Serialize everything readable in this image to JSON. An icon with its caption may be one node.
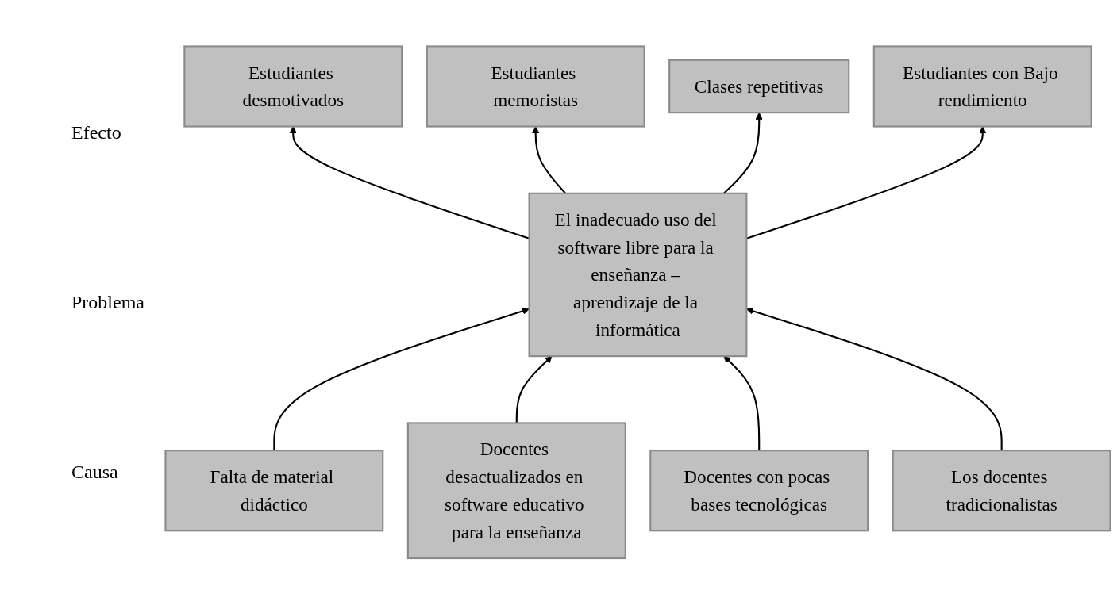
{
  "diagram": {
    "nodes": [
      {
        "text": [
          "Estudiantes desmotivados"
        ]
      },
      {
        "text": [
          "Estudiantes memoristas"
        ]
      },
      {
        "text": [
          "Clases repetitivas"
        ]
      },
      {
        "text": [
          "Estudiantes con Bajo rendimiento"
        ]
      },
      {
        "text": [
          "El inadecuado uso del software libre para la enseñanza – aprendizaje de la informática"
        ]
      },
      {
        "text": [
          "Falta de material didáctico"
        ]
      },
      {
        "text": [
          "Docentes desactualizados en software educativo para la enseñanza"
        ]
      },
      {
        "text": [
          "Docentes con pocas bases tecnológicas"
        ]
      },
      {
        "text": [
          "Los docentes tradicionalistas"
        ]
      }
    ],
    "edges": [
      {
        "from": 4,
        "to": 0,
        "arrow": "to"
      },
      {
        "from": 4,
        "to": 1,
        "arrow": "to"
      },
      {
        "from": 4,
        "to": 2,
        "arrow": "to"
      },
      {
        "from": 4,
        "to": 3,
        "arrow": "to"
      },
      {
        "from": 5,
        "to": 4,
        "arrow": "to"
      },
      {
        "from": 6,
        "to": 4,
        "arrow": "to"
      },
      {
        "from": 7,
        "to": 4,
        "arrow": "to"
      },
      {
        "from": 8,
        "to": 4,
        "arrow": "to"
      }
    ],
    "labels": [
      "Efecto",
      "Problema",
      "Causa"
    ]
  }
}
